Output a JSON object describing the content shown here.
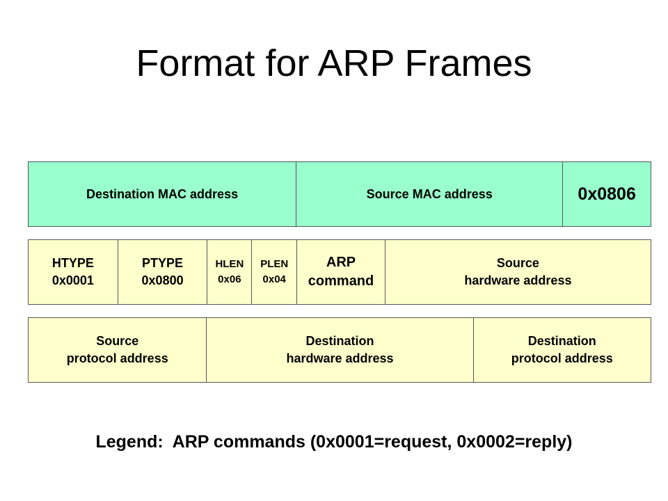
{
  "title": "Format for ARP Frames",
  "rows": [
    {
      "cells": [
        {
          "label": "Destination MAC address"
        },
        {
          "label": "Source MAC address"
        },
        {
          "label": "0x0806"
        }
      ]
    },
    {
      "cells": [
        {
          "label": "HTYPE\n0x0001"
        },
        {
          "label": "PTYPE\n0x0800"
        },
        {
          "label": "HLEN\n0x06"
        },
        {
          "label": "PLEN\n0x04"
        },
        {
          "label": "ARP\ncommand"
        },
        {
          "label": "Source\nhardware address"
        }
      ]
    },
    {
      "cells": [
        {
          "label": "Source\nprotocol address"
        },
        {
          "label": "Destination\nhardware address"
        },
        {
          "label": "Destination\nprotocol address"
        }
      ]
    }
  ],
  "legend": "Legend:  ARP commands (0x0001=request, 0x0002=reply)"
}
